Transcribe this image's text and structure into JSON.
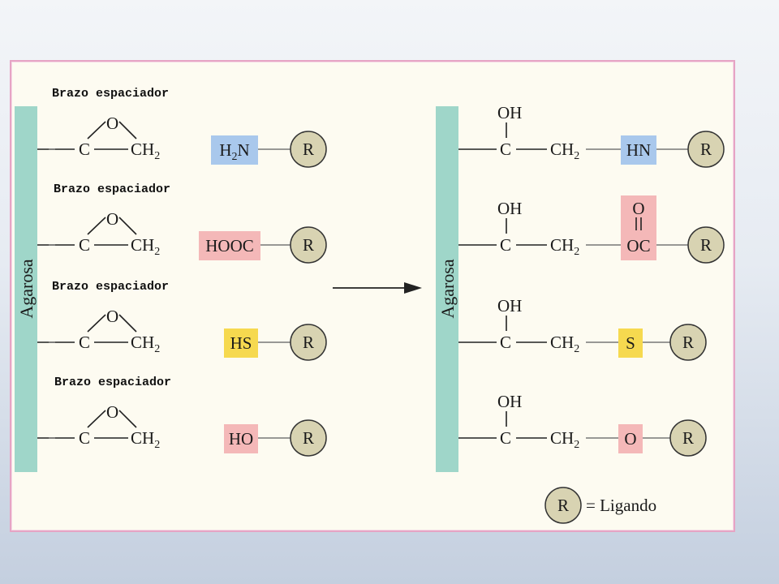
{
  "left": {
    "bar_label": "Agarosa",
    "reactions": [
      {
        "caption": "Brazo espaciador",
        "epoxide": {
          "o": "O",
          "c": "C",
          "ch": "CH",
          "sub": "2"
        },
        "group_main": "H",
        "group_sub": "2",
        "group_tail": "N",
        "group_color": "#a9c8ec",
        "r": "R"
      },
      {
        "caption": "Brazo espaciador",
        "epoxide": {
          "o": "O",
          "c": "C",
          "ch": "CH",
          "sub": "2"
        },
        "group_main": "HOOC",
        "group_sub": "",
        "group_tail": "",
        "group_color": "#f4b8b8",
        "r": "R"
      },
      {
        "caption": "Brazo espaciador",
        "epoxide": {
          "o": "O",
          "c": "C",
          "ch": "CH",
          "sub": "2"
        },
        "group_main": "HS",
        "group_sub": "",
        "group_tail": "",
        "group_color": "#f6d94f",
        "r": "R"
      },
      {
        "caption": "Brazo espaciador",
        "epoxide": {
          "o": "O",
          "c": "C",
          "ch": "CH",
          "sub": "2"
        },
        "group_main": "HO",
        "group_sub": "",
        "group_tail": "",
        "group_color": "#f4b8b8",
        "r": "R"
      }
    ]
  },
  "right": {
    "bar_label": "Agarosa",
    "products": [
      {
        "oh": "OH",
        "c": "C",
        "ch": "CH",
        "sub": "2",
        "group": "HN",
        "group_top": "",
        "group_color": "#a9c8ec",
        "r": "R"
      },
      {
        "oh": "OH",
        "c": "C",
        "ch": "CH",
        "sub": "2",
        "group": "OC",
        "group_top": "O",
        "group_color": "#f4b8b8",
        "r": "R"
      },
      {
        "oh": "OH",
        "c": "C",
        "ch": "CH",
        "sub": "2",
        "group": "S",
        "group_top": "",
        "group_color": "#f6d94f",
        "r": "R"
      },
      {
        "oh": "OH",
        "c": "C",
        "ch": "CH",
        "sub": "2",
        "group": "O",
        "group_top": "",
        "group_color": "#f4b8b8",
        "r": "R"
      }
    ]
  },
  "legend": {
    "symbol": "R",
    "text": "= Ligando"
  },
  "colors": {
    "bar": "#9fd6c9",
    "ligand_circle": "#d8d3b2",
    "frame_border": "#e6a4c4"
  }
}
